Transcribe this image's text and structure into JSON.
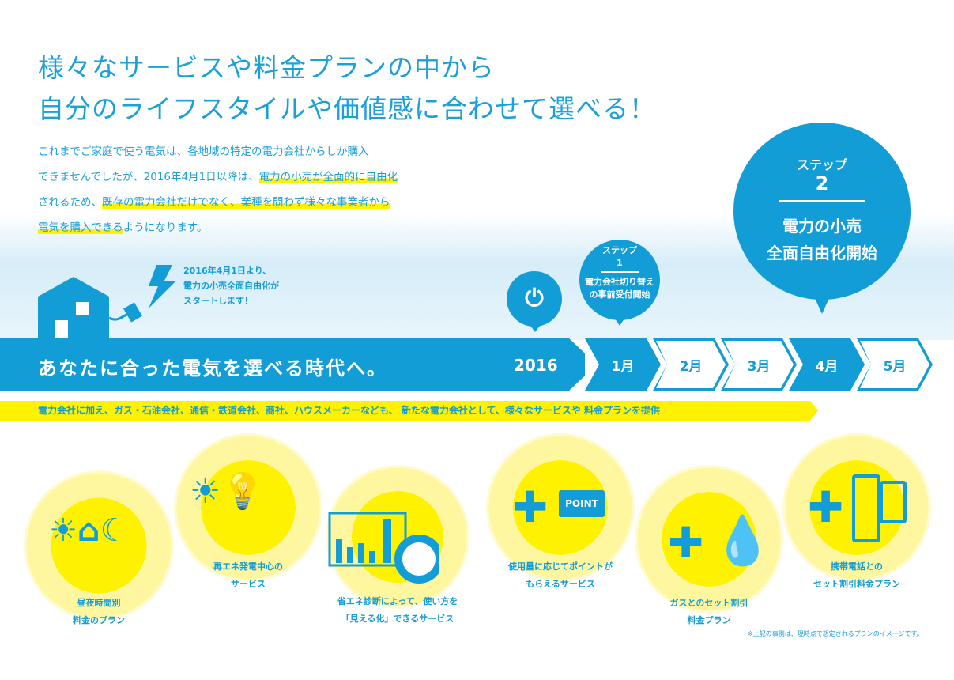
{
  "headline": [
    "様々なサービスや料金プランの中から",
    "自分のライフスタイルや価値感に合わせて選べる！"
  ],
  "intro": {
    "l1": "これまでご家庭で使う電気は、各地域の特定の電力会社からしか購入",
    "l2a": "できませんでしたが、2016年4月1日以降は、",
    "l2b": "電力の小売が全面的に自由化",
    "l3a": "されるため、",
    "l3b": "既存の電力会社だけでなく、業種を問わず様々な事業者から",
    "l4a": "電気を購入できる",
    "l4b": "ようになります。"
  },
  "callout": [
    "2016年4月1日より、",
    "電力の小売全面自由化が",
    "スタートします！"
  ],
  "band_text": "あなたに合った電気を選べる時代へ。",
  "year": "2016",
  "months": [
    "1月",
    "2月",
    "3月",
    "4月",
    "5月"
  ],
  "step1": {
    "label": "ステップ",
    "num": "1",
    "text": [
      "電力会社切り替え",
      "の事前受付開始"
    ]
  },
  "step2": {
    "label": "ステップ",
    "num": "2",
    "text": [
      "電力の小売",
      "全面自由化開始"
    ]
  },
  "providers": "電力会社に加え、ガス・石油会社、通信・鉄道会社、商社、ハウスメーカーなども、 新たな電力会社として、様々なサービスや 料金プランを提供",
  "services": [
    {
      "l1": "昼夜時間別",
      "l2": "料金のプラン"
    },
    {
      "l1": "再エネ発電中心の",
      "l2": "サービス"
    },
    {
      "l1": "省エネ診断によって、使い方を",
      "l2": "「見える化」できるサービス"
    },
    {
      "l1": "使用量に応じてポイントが",
      "l2": "もらえるサービス"
    },
    {
      "l1": "ガスとのセット割引",
      "l2": "料金プラン"
    },
    {
      "l1": "携帯電話との",
      "l2": "セット割引料金プラン"
    }
  ],
  "point_label": "POINT",
  "note": "※上記の事例は、現時点で想定されるプランのイメージです。",
  "colors": {
    "blue": "#129dd6",
    "yellow": "#fff200"
  }
}
